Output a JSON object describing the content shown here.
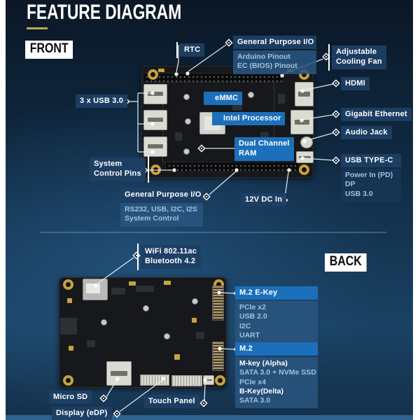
{
  "title": "FEATURE DIAGRAM",
  "front": {
    "tag": "FRONT",
    "labels": {
      "rtc": "RTC",
      "gpio_top": {
        "title": "General Purpose I/O",
        "sub": [
          "Arduino Pinout",
          "EC (BIOS) Pinout"
        ]
      },
      "cooling_fan": "Adjustable\nCooling Fan",
      "hdmi": "HDMI",
      "ethernet": "Gigabit Ethernet",
      "audio": "Audio Jack",
      "usb_c": {
        "title": "USB TYPE-C",
        "sub": [
          "Power In (PD)",
          "DP",
          "USB 3.0"
        ]
      },
      "usb3": "3 x USB 3.0",
      "system_pins": "System\nControl Pins",
      "gpio_bottom": {
        "title": "General Purpose I/O",
        "sub": [
          "RS232, USB, I2C, I2S",
          "System Control"
        ]
      },
      "dc_in": "12V DC In",
      "emmc": "eMMC",
      "processor": "Intel Processor",
      "ram": "Dual Channel\nRAM"
    }
  },
  "back": {
    "tag": "BACK",
    "labels": {
      "wifi": "WiFi 802.11ac\nBluetooth 4.2",
      "m2_ekey": {
        "title": "M.2 E-Key",
        "sub": [
          "PCIe x2",
          "USB 2.0",
          "I2C",
          "UART"
        ]
      },
      "m2": {
        "title": "M.2",
        "items": [
          "M-key (Alpha)",
          "SATA 3.0 + NVMe SSD",
          "PCIe  x4",
          "B-Key(Delta)",
          "SATA 3.0"
        ]
      },
      "micro_sd": "Micro SD",
      "touch_panel": "Touch Panel",
      "display": "Display (eDP)"
    }
  },
  "colors": {
    "accent_blue": "#1c6fba",
    "label_blue": "#1d3f64",
    "sub_panel_blue": "#29547e",
    "sub_text_blue": "#9fc2de",
    "underline_gold": "#bda94e",
    "bottom_strip_blue": "#2e628f",
    "background_navy": "#102b44"
  }
}
